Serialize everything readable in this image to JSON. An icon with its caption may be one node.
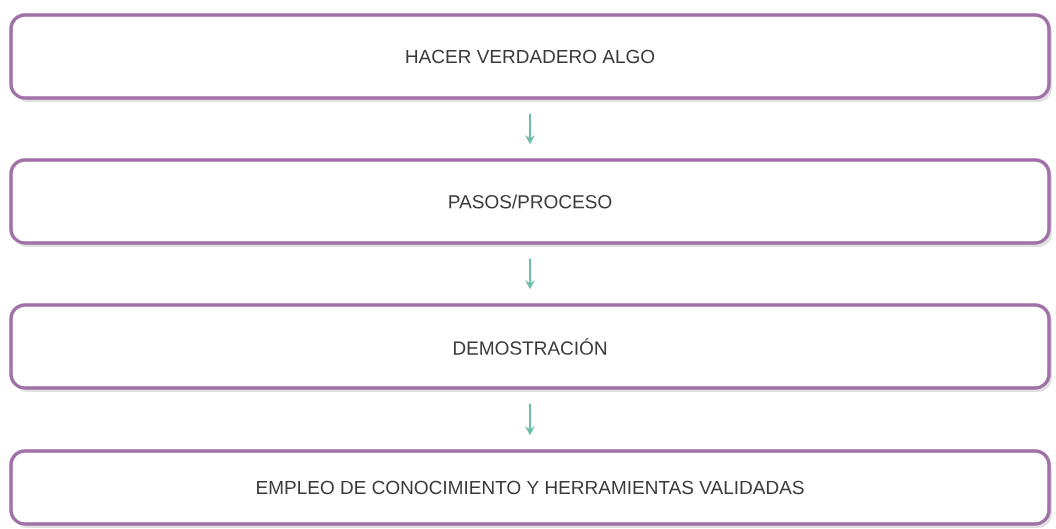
{
  "diagram": {
    "nodes": [
      {
        "text": [
          "HACER VERDADERO ALGO"
        ]
      },
      {
        "text": [
          "PASOS/PROCESO"
        ]
      },
      {
        "text": [
          "DEMOSTRACIÓN"
        ]
      },
      {
        "text": [
          "EMPLEO DE CONOCIMIENTO Y HERRAMIENTAS VALIDADAS"
        ]
      }
    ],
    "edges": [
      {
        "from": 0,
        "to": 1,
        "arrow": "to"
      },
      {
        "from": 1,
        "to": 2,
        "arrow": "to"
      },
      {
        "from": 2,
        "to": 3,
        "arrow": "to"
      }
    ]
  }
}
